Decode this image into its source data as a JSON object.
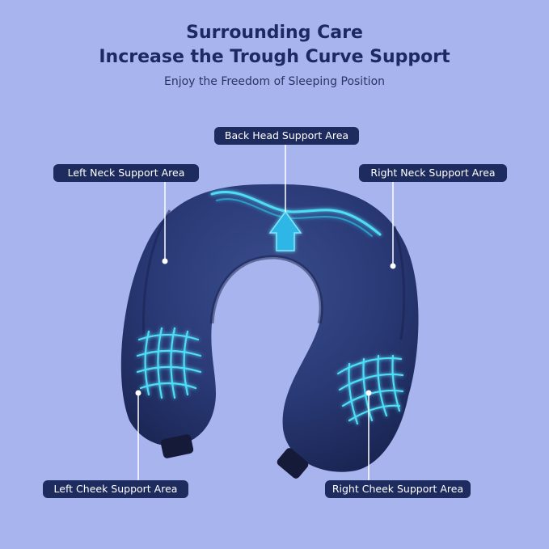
{
  "header": {
    "title_line1": "Surrounding Care",
    "title_line2": "Increase the Trough Curve Support",
    "subtitle": "Enjoy the Freedom of Sleeping Position"
  },
  "labels": {
    "back_head": "Back Head Support Area",
    "left_neck": "Left Neck Support Area",
    "right_neck": "Right Neck Support Area",
    "left_cheek": "Left Cheek Support Area",
    "right_cheek": "Right Cheek Support Area"
  },
  "colors": {
    "background": "#a8b4ee",
    "pillow": "#26366f",
    "tag_background": "#1e2b5e",
    "accent_glow": "#3fd3f2"
  },
  "image": {
    "subject": "U-shaped navy memory foam travel neck pillow"
  }
}
